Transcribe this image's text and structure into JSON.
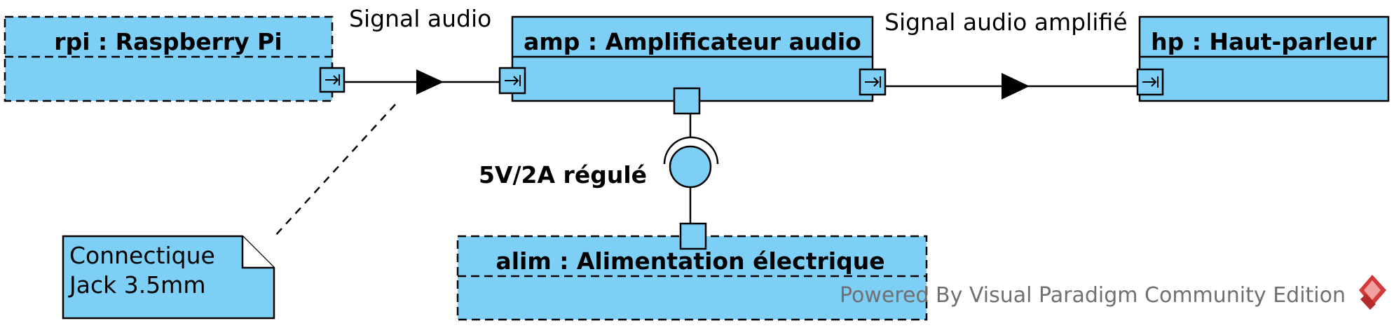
{
  "colors": {
    "fill": "#7ecff5",
    "stroke": "#000000",
    "watermark_text": "#707070",
    "watermark_logo": "#d43a3a"
  },
  "blocks": {
    "rpi": {
      "title": "rpi : Raspberry Pi",
      "style": "dashed"
    },
    "amp": {
      "title": "amp : Amplificateur audio",
      "style": "solid"
    },
    "hp": {
      "title": "hp : Haut-parleur",
      "style": "solid"
    },
    "alim": {
      "title": "alim : Alimentation électrique",
      "style": "dashed"
    }
  },
  "connectors": {
    "rpi_to_amp": {
      "label": "Signal audio"
    },
    "amp_to_hp": {
      "label": "Signal audio amplifié"
    },
    "alim_to_amp": {
      "label": "5V/2A régulé"
    }
  },
  "note": {
    "lines": [
      "Connectique",
      "Jack 3.5mm"
    ]
  },
  "watermark": {
    "text": "Powered By Visual Paradigm Community Edition",
    "icon": "visual-paradigm-logo-icon"
  }
}
